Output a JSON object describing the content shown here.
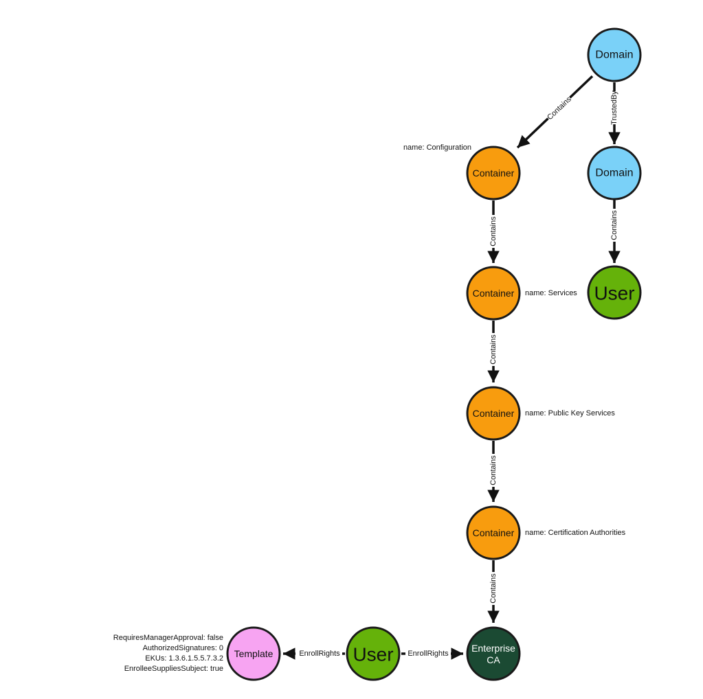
{
  "colors": {
    "domain": "#7ad1f8",
    "container": "#f89c0e",
    "user": "#65b20a",
    "enterprise_ca": "#1b4a33",
    "template": "#f7a4f2",
    "edge": "#111111"
  },
  "nodes": {
    "domain_top": {
      "label": "Domain",
      "icon": "domain-icon"
    },
    "domain_trusted": {
      "label": "Domain",
      "icon": "domain-icon"
    },
    "user_right": {
      "label": "User",
      "icon": "user-icon"
    },
    "container_config": {
      "label": "Container",
      "name_label": "name: Configuration"
    },
    "container_services": {
      "label": "Container",
      "name_label": "name: Services"
    },
    "container_pks": {
      "label": "Container",
      "name_label": "name: Public Key Services"
    },
    "container_ca": {
      "label": "Container",
      "name_label": "name: Certification Authorities"
    },
    "enterprise_ca": {
      "label_line1": "Enterprise",
      "label_line2": "CA"
    },
    "user_bottom": {
      "label": "User"
    },
    "template": {
      "label": "Template",
      "properties": [
        "RequiresManagerApproval: false",
        "AuthorizedSignatures: 0",
        "EKUs: 1.3.6.1.5.5.7.3.2",
        "EnrolleeSuppliesSubject: true"
      ]
    }
  },
  "edges": {
    "domain_to_config": "Contains",
    "domain_trustedby": "TrustedBy",
    "trusted_to_user": "Contains",
    "config_to_services": "Contains",
    "services_to_pks": "Contains",
    "pks_to_ca": "Contains",
    "ca_to_enterprise": "Contains",
    "user_to_enterprise": "EnrollRights",
    "user_to_template": "EnrollRights"
  }
}
